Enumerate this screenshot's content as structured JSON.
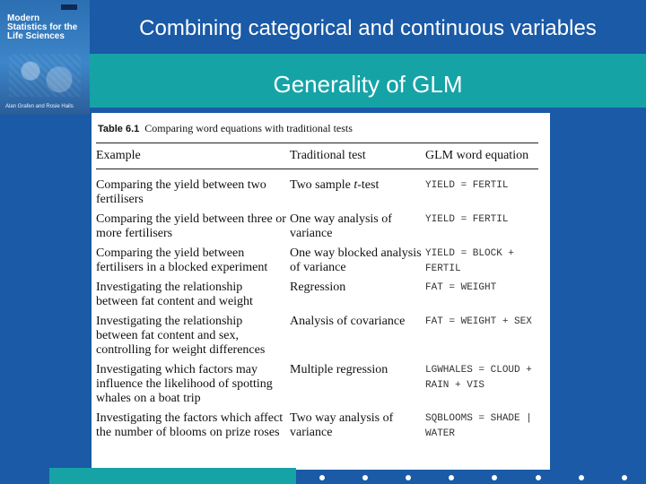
{
  "header": {
    "title": "Combining categorical and continuous variables"
  },
  "subtitle": {
    "text": "Generality of GLM"
  },
  "book_cover": {
    "title_lines": [
      "Modern",
      "Statistics for the",
      "Life Sciences"
    ],
    "authors": "Alan Grafen and Rosie Hails"
  },
  "table": {
    "caption_number": "Table 6.1",
    "caption_text": "Comparing word equations with traditional tests",
    "headers": {
      "example": "Example",
      "test": "Traditional test",
      "equation": "GLM word equation"
    },
    "rows": [
      {
        "example": "Comparing the yield between two fertilisers",
        "test": "Two sample t-test",
        "equation": "YIELD = FERTIL"
      },
      {
        "example": "Comparing the yield between three or more fertilisers",
        "test": "One way analysis of variance",
        "equation": "YIELD = FERTIL"
      },
      {
        "example": "Comparing the yield between fertilisers in a blocked experiment",
        "test": "One way blocked analysis of variance",
        "equation": "YIELD = BLOCK + FERTIL"
      },
      {
        "example": "Investigating the relationship between fat content and weight",
        "test": "Regression",
        "equation": "FAT = WEIGHT"
      },
      {
        "example": "Investigating the relationship between fat content and sex, controlling for weight differences",
        "test": "Analysis of covariance",
        "equation": "FAT = WEIGHT + SEX"
      },
      {
        "example": "Investigating which factors may influence the likelihood of spotting whales on a boat trip",
        "test": "Multiple regression",
        "equation": "LGWHALES = CLOUD + RAIN + VIS"
      },
      {
        "example": "Investigating the factors which affect the number of blooms on prize roses",
        "test": "Two way analysis of variance",
        "equation": "SQBLOOMS = SHADE | WATER"
      }
    ]
  },
  "colors": {
    "background": "#1a5aa6",
    "accent": "#16a3a6"
  }
}
